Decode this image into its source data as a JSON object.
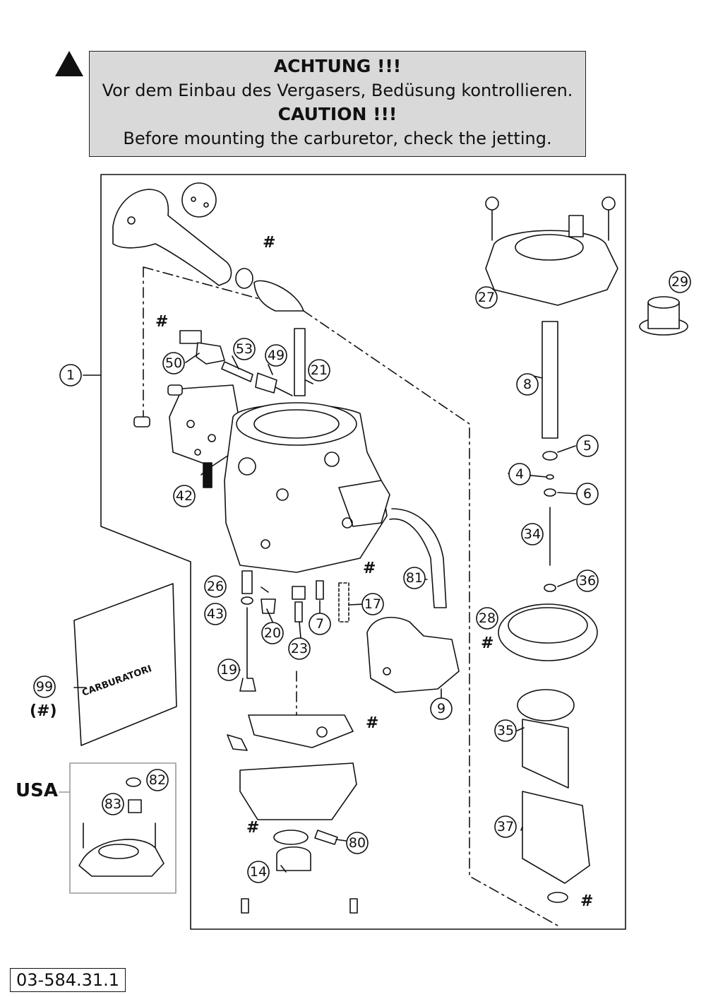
{
  "caution": {
    "title_de": "ACHTUNG !!!",
    "text_de": "Vor dem Einbau des Vergasers, Bedüsung kontrollieren.",
    "title_en": "CAUTION !!!",
    "text_en": "Before mounting the carburetor, check the jetting."
  },
  "callouts": {
    "c1": "1",
    "c4": "4",
    "c5": "5",
    "c6": "6",
    "c7": "7",
    "c8": "8",
    "c9": "9",
    "c14": "14",
    "c17": "17",
    "c19": "19",
    "c20": "20",
    "c21": "21",
    "c23": "23",
    "c26": "26",
    "c27": "27",
    "c28": "28",
    "c29": "29",
    "c34": "34",
    "c35": "35",
    "c36": "36",
    "c37": "37",
    "c42": "42",
    "c43": "43",
    "c49": "49",
    "c50": "50",
    "c53": "53",
    "c80": "80",
    "c81": "81",
    "c82": "82",
    "c83": "83",
    "c99": "99"
  },
  "hash_mark": "#",
  "kit_note": "(#)",
  "bag_print": "CARBURATORI",
  "usa_label": "USA",
  "document_number": "03-584.31.1"
}
